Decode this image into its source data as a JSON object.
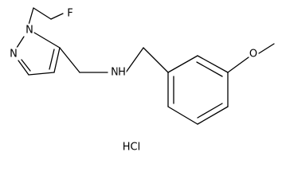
{
  "molecule": {
    "atoms": {
      "fluorine": "F",
      "pyrazole_n1": "N",
      "pyrazole_n2": "N",
      "amine": "N",
      "amine_hydrogen": "H",
      "ether_oxygen": "O"
    },
    "salt": "HCl"
  },
  "colors": {
    "bond": "#000000",
    "label": "#000000",
    "background": "#ffffff"
  }
}
